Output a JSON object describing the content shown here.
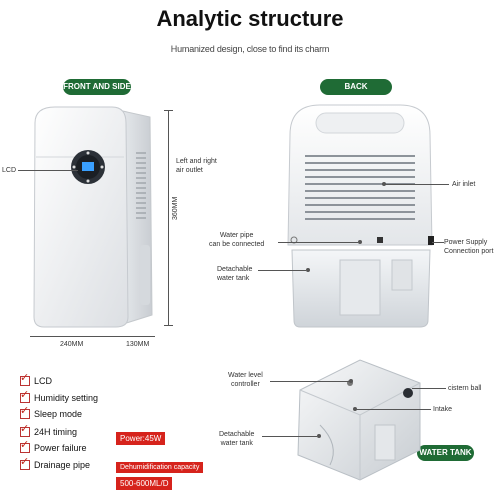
{
  "header": {
    "title": "Analytic structure",
    "subtitle": "Humanized design, close to find its charm"
  },
  "badges": {
    "front_side": "FRONT AND SIDE",
    "back": "BACK",
    "water_tank": "WATER TANK"
  },
  "front_labels": {
    "lcd": "LCD",
    "left_right_outlet": "Left and right\nair outlet",
    "height": "360MM",
    "width": "240MM",
    "depth": "130MM"
  },
  "back_labels": {
    "air_inlet": "Air inlet",
    "water_pipe": "Water pipe\ncan be connected",
    "power_supply": "Power Supply\nConnection port",
    "detachable_tank": "Detachable\nwater tank"
  },
  "tank_labels": {
    "water_level_controller": "Water level\ncontroller",
    "cistern_ball": "cistern ball",
    "intake": "Intake",
    "detachable_tank": "Detachable\nwater tank"
  },
  "features": [
    "LCD",
    "Humidity setting",
    "Sleep mode",
    "24H timing",
    "Power failure",
    "Drainage pipe"
  ],
  "specs": {
    "power": "Power:45W",
    "capacity_label": "Dehumidification capacity",
    "capacity_value": "500-600ML/D"
  },
  "colors": {
    "badge_green": "#1f6b35",
    "accent_red": "#d6231c",
    "lcd_blue": "#3aa0ff"
  }
}
